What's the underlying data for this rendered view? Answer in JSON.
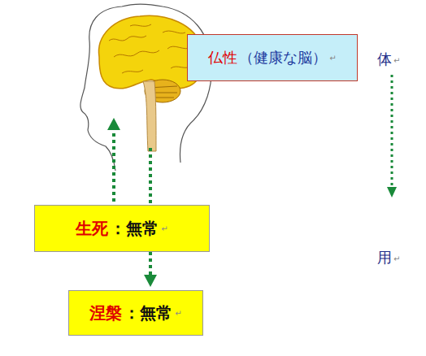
{
  "diagram": {
    "nodes": [
      {
        "text": [
          "仏性",
          "（健康な脳）",
          "↵"
        ]
      },
      {
        "text": [
          "生死",
          "：無常",
          "↵"
        ]
      },
      {
        "text": [
          "涅槃",
          "：無常",
          "↵"
        ]
      }
    ],
    "labels": [
      "体",
      "↵",
      "用",
      "↵"
    ]
  }
}
